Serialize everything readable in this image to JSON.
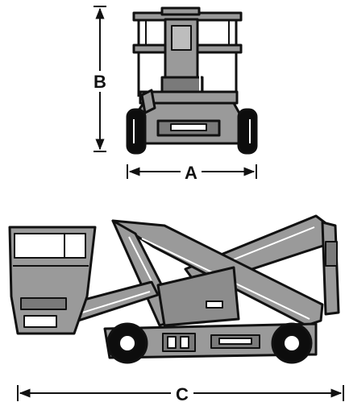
{
  "diagram": {
    "labels": {
      "width": "A",
      "height": "B",
      "length": "C"
    },
    "colors": {
      "fill": "#9a9a9a",
      "outline": "#111111",
      "highlight": "#ffffff",
      "tire": "#0d0d0d"
    }
  }
}
